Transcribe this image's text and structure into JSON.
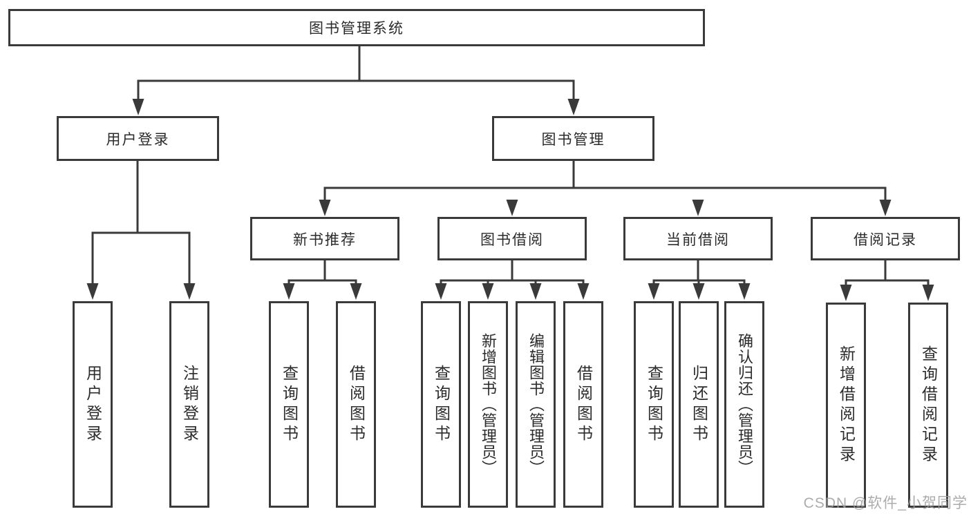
{
  "tree": {
    "label": "图书管理系统",
    "children": [
      {
        "label": "用户登录",
        "children": [
          {
            "label": "用户登录"
          },
          {
            "label": "注销登录"
          }
        ]
      },
      {
        "label": "图书管理",
        "children": [
          {
            "label": "新书推荐",
            "children": [
              {
                "label": "查询图书"
              },
              {
                "label": "借阅图书"
              }
            ]
          },
          {
            "label": "图书借阅",
            "children": [
              {
                "label": "查询图书"
              },
              {
                "label": "新增图书（管理员）"
              },
              {
                "label": "编辑图书（管理员）"
              },
              {
                "label": "借阅图书"
              }
            ]
          },
          {
            "label": "当前借阅",
            "children": [
              {
                "label": "查询图书"
              },
              {
                "label": "归还图书"
              },
              {
                "label": "确认归还（管理员）"
              }
            ]
          },
          {
            "label": "借阅记录",
            "children": [
              {
                "label": "新增借阅记录"
              },
              {
                "label": "查询借阅记录"
              }
            ]
          }
        ]
      }
    ]
  },
  "watermark": {
    "text": "CSDN @软件_小贺同学"
  },
  "colors": {
    "line": "#3a3a3a",
    "text": "#2b2b2b",
    "box_background": "#ffffff",
    "watermark": "#9e9e9e"
  }
}
